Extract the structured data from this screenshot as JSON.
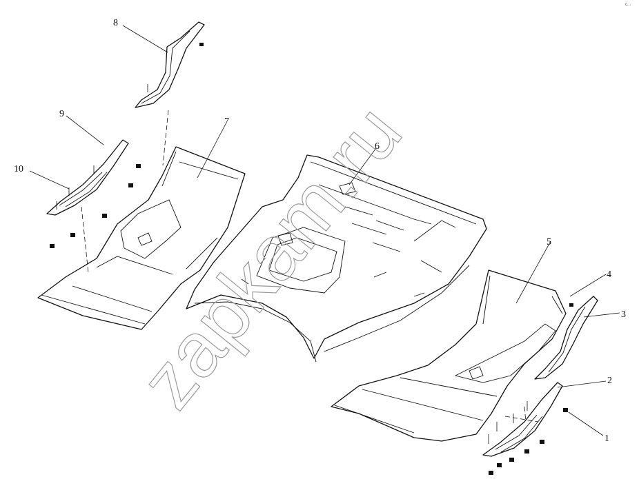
{
  "diagram": {
    "watermark": "zapkam.ru",
    "corner_mark": "c..."
  },
  "callouts": [
    {
      "id": "c1",
      "label": "1"
    },
    {
      "id": "c2",
      "label": "2"
    },
    {
      "id": "c3",
      "label": "3"
    },
    {
      "id": "c4",
      "label": "4"
    },
    {
      "id": "c5",
      "label": "5"
    },
    {
      "id": "c6",
      "label": "6"
    },
    {
      "id": "c7",
      "label": "7"
    },
    {
      "id": "c8",
      "label": "8"
    },
    {
      "id": "c9",
      "label": "9"
    },
    {
      "id": "c10",
      "label": "10"
    }
  ]
}
